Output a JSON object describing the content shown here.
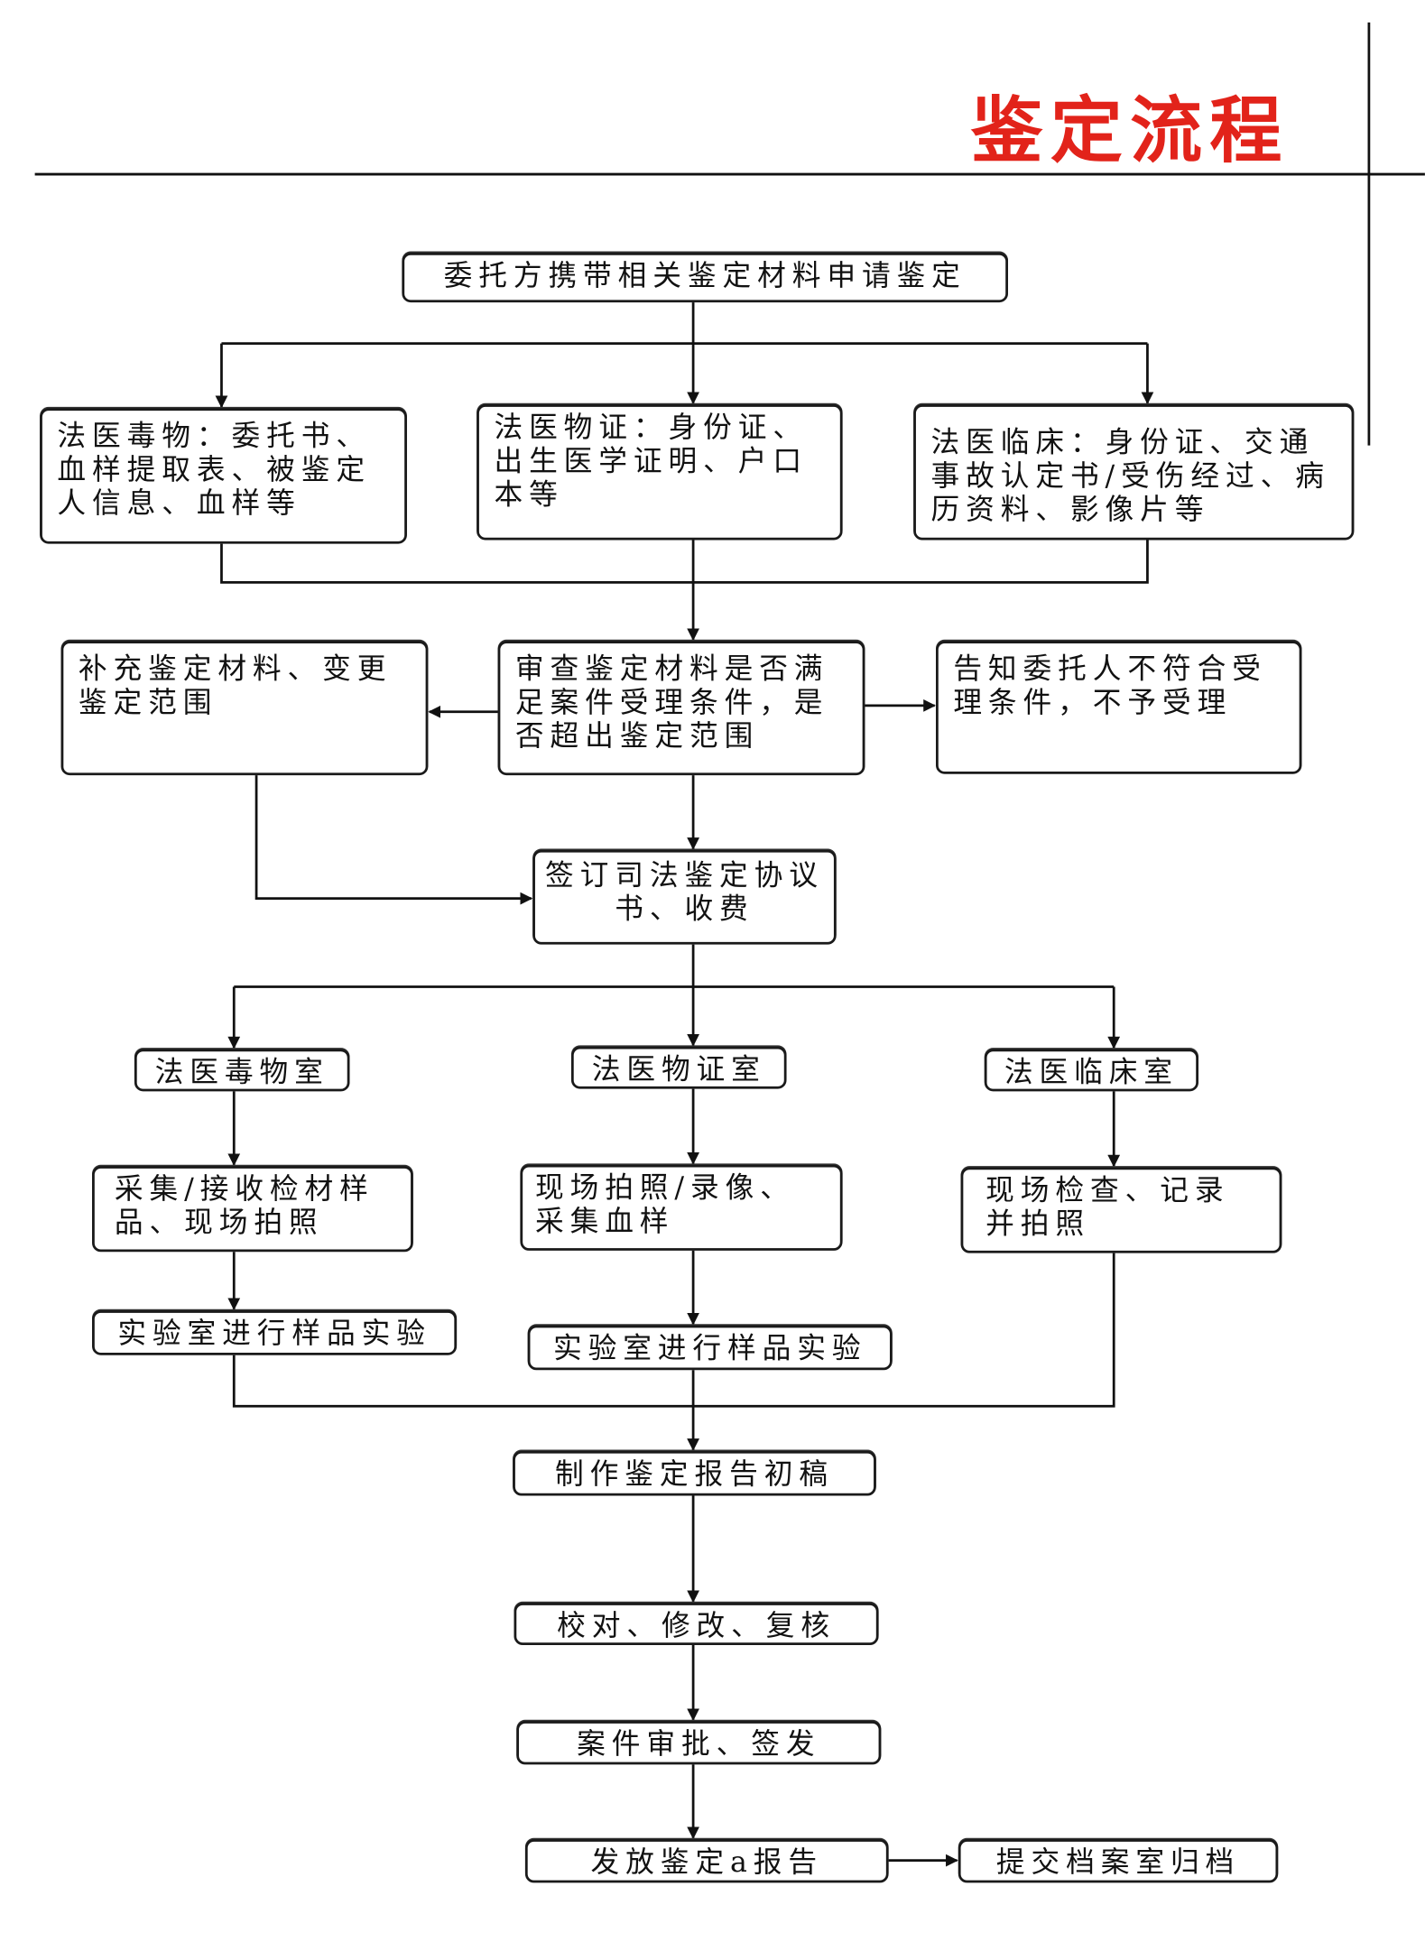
{
  "title": "鉴定流程",
  "title_color": "#e2231a",
  "steps": {
    "apply": "委托方携带相关鉴定材料申请鉴定",
    "tox_materials": "法医毒物：委托书、血样提取表、被鉴定人信息、血样等",
    "evidence_materials": "法医物证：身份证、出生医学证明、户口本等",
    "clinical_materials": "法医临床：身份证、交通事故认定书/受伤经过、病历资料、影像片等",
    "supplement": "补充鉴定材料、变更鉴定范围",
    "review": "审查鉴定材料是否满足案件受理条件，是否超出鉴定范围",
    "reject": "告知委托人不符合受理条件，不予受理",
    "agreement": "签订司法鉴定协议书、收费",
    "tox_room": "法医毒物室",
    "evidence_room": "法医物证室",
    "clinical_room": "法医临床室",
    "tox_collect": "采集/接收检材样品、现场拍照",
    "evidence_collect": "现场拍照/录像、采集血样",
    "clinical_exam": "现场检查、记录并拍照",
    "tox_lab": "实验室进行样品实验",
    "evidence_lab": "实验室进行样品实验",
    "draft": "制作鉴定报告初稿",
    "proofread": "校对、修改、复核",
    "approve": "案件审批、签发",
    "issue": "发放鉴定a报告",
    "archive": "提交档案室归档"
  }
}
